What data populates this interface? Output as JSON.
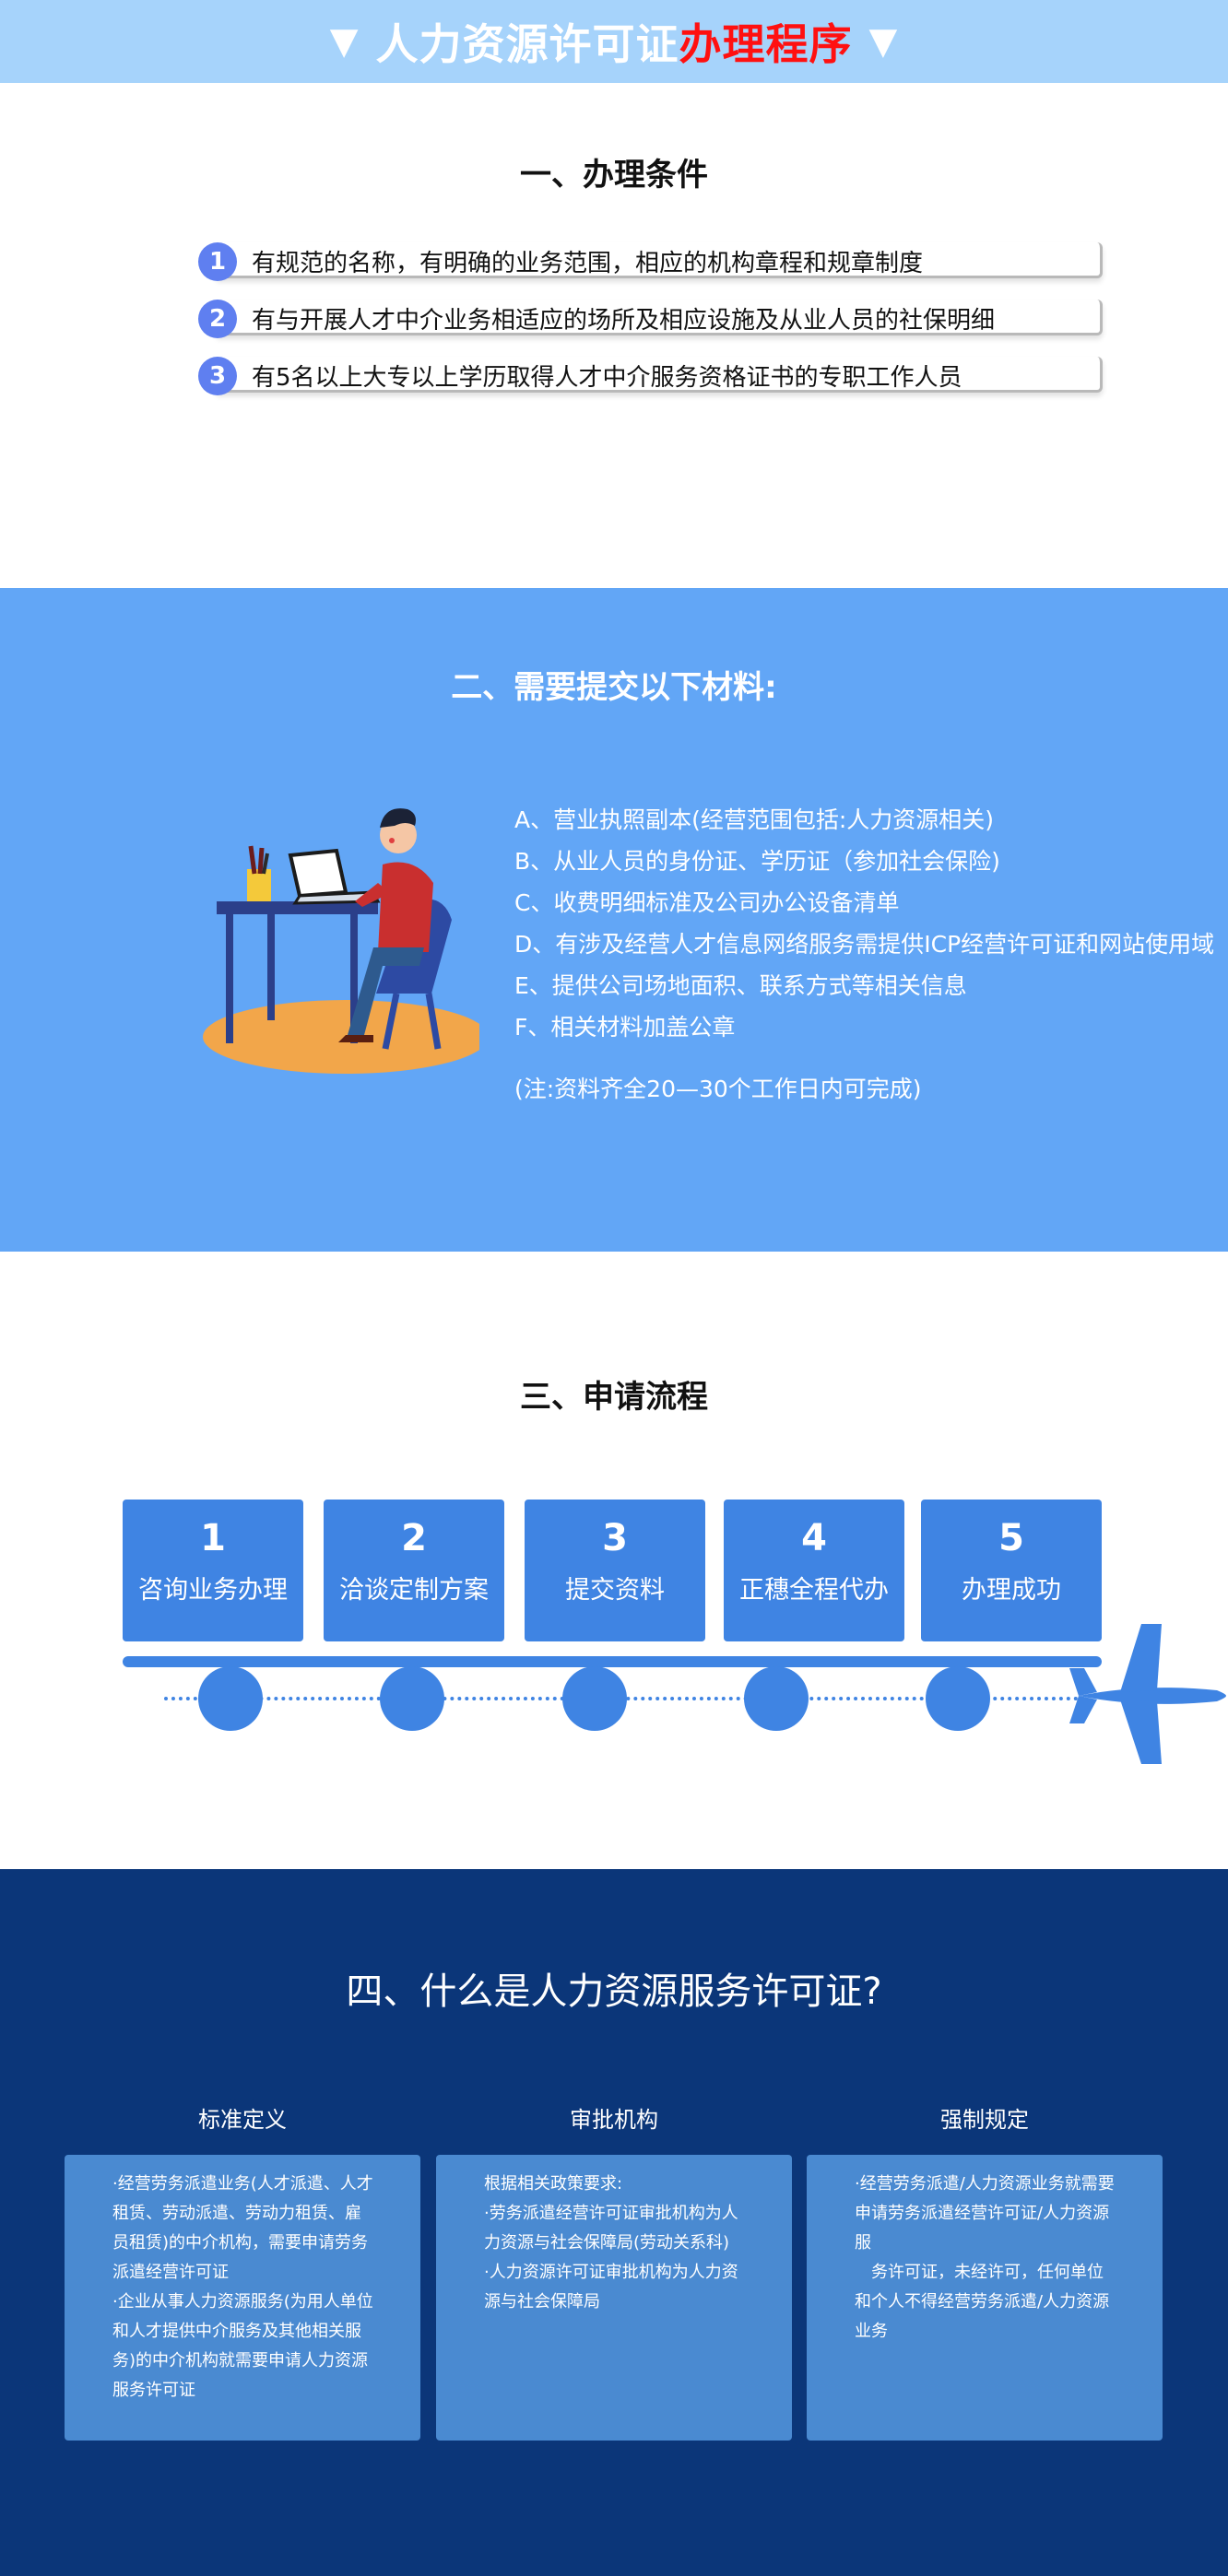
{
  "header": {
    "title_white": "人力资源许可证",
    "title_red": "办理程序",
    "arrow_left": "▼",
    "arrow_right": "▼"
  },
  "section1": {
    "title": "一、办理条件",
    "items": [
      {
        "num": "1",
        "text": "有规范的名称，有明确的业务范围，相应的机构章程和规章制度"
      },
      {
        "num": "2",
        "text": "有与开展人才中介业务相适应的场所及相应设施及从业人员的社保明细"
      },
      {
        "num": "3",
        "text": "有5名以上大专以上学历取得人才中介服务资格证书的专职工作人员"
      }
    ]
  },
  "section2": {
    "title": "二、需要提交以下材料:",
    "materials": [
      "A、营业执照副本(经营范围包括:人力资源相关)",
      "B、从业人员的身份证、学历证（参加社会保险)",
      "C、收费明细标准及公司办公设备清单",
      "D、有涉及经营人才信息网络服务需提供ICP经营许可证和网站使用域",
      "E、提供公司场地面积、联系方式等相关信息",
      "F、相关材料加盖公章"
    ],
    "note": "(注:资料齐全20—30个工作日内可完成)"
  },
  "section3": {
    "title": "三、申请流程",
    "steps": [
      {
        "num": "1",
        "label": "咨询业务办理"
      },
      {
        "num": "2",
        "label": "洽谈定制方案"
      },
      {
        "num": "3",
        "label": "提交资料"
      },
      {
        "num": "4",
        "label": "正穗全程代办"
      },
      {
        "num": "5",
        "label": "办理成功"
      }
    ]
  },
  "section4": {
    "title": "四、什么是人力资源服务许可证?",
    "columns": [
      {
        "heading": "标准定义",
        "lines": [
          "·经营劳务派遣业务(人才派遣、人才租赁、劳动派遣、劳动力租赁、雇员租赁)的中介机构，需要申请劳务派遣经营许可证",
          "·企业从事人力资源服务(为用人单位和人才提供中介服务及其他相关服务)的中介机构就需要申请人力资源服务许可证"
        ]
      },
      {
        "heading": "审批机构",
        "lines": [
          "根据相关政策要求:",
          "·劳务派遣经营许可证审批机构为人力资源与社会保障局(劳动关系科)",
          "·人力资源许可证审批机构为人力资源与社会保障局"
        ]
      },
      {
        "heading": "强制规定",
        "lines": [
          "·经营劳务派遣/人力资源业务就需要申请劳务派遣经营许可证/人力资源服",
          "务许可证，未经许可，任何单位和个人不得经营劳务派遣/人力资源业务"
        ]
      }
    ]
  },
  "colors": {
    "header_bg": "#a6d3fb",
    "section2_bg": "#62a6f6",
    "step_blue": "#3f84e3",
    "section4_bg": "#0b3679",
    "box_bg": "#4a8ad1",
    "accent_red": "#ff1010",
    "badge": "#5f7ff0"
  }
}
